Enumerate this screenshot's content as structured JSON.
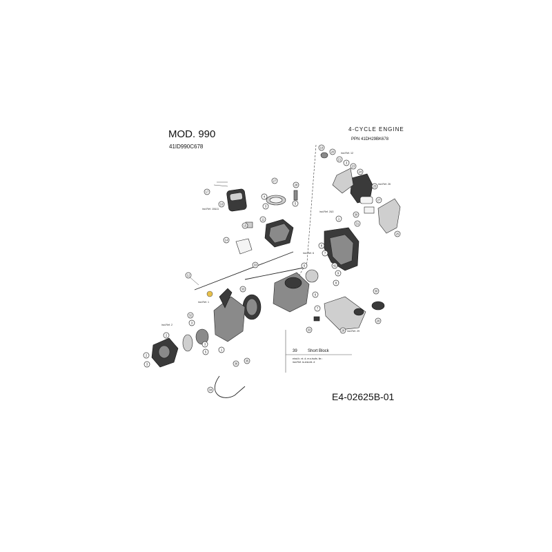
{
  "header": {
    "model": "MOD. 990",
    "model_code": "41ID990C678",
    "engine_title": "4-CYCLE ENGINE",
    "engine_ppn": "PPN 41DH29BK678"
  },
  "footer": {
    "doc_code": "E4-02625B-01"
  },
  "legend": {
    "item_number": "39",
    "item_description": "Short Block",
    "item_note": "eincl.h. nt. #, m.s.tsufs. ite.:\nincl.Ref. is.ersl.ntt. #"
  },
  "callouts": [
    "1",
    "2",
    "3",
    "4",
    "5",
    "6",
    "7",
    "8",
    "9",
    "10",
    "11",
    "12",
    "13",
    "14",
    "15",
    "16",
    "17",
    "18",
    "19",
    "20",
    "21",
    "22",
    "23",
    "24",
    "25",
    "26",
    "27",
    "28",
    "29",
    "30",
    "31",
    "32",
    "33",
    "34",
    "35",
    "36",
    "37",
    "38",
    "39",
    "40",
    "41",
    "42",
    "#"
  ],
  "notes": {
    "n1": "incl.Ref. 10&11",
    "n2": "incl.Ref. 12",
    "n3": "incl.Ref. 26",
    "n4": "incl.Ref. 2&3",
    "n5": "incl.Ref. 6",
    "n6": "incl.Ref. 1",
    "n7": "incl.Ref. 2",
    "n8": "incl.Ref. 29"
  },
  "colors": {
    "ink": "#111111",
    "part_gray": "#8a8a8a",
    "part_dark": "#3a3a3a",
    "highlight": "#e8c04a"
  }
}
